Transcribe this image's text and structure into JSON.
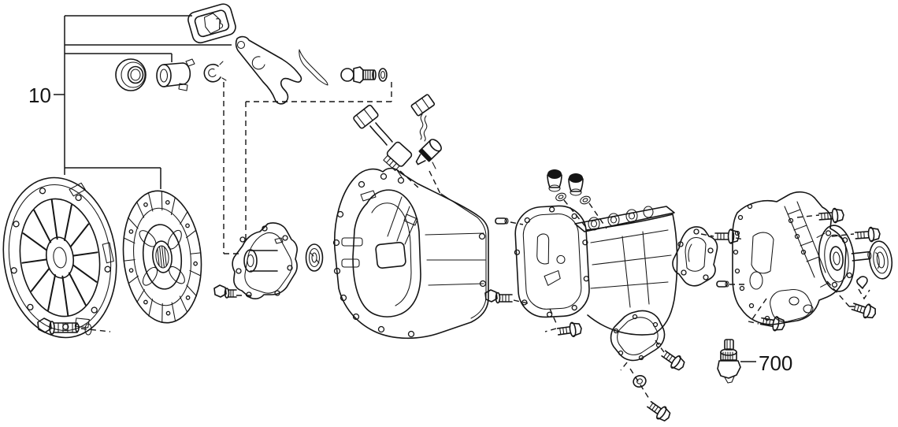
{
  "canvas": {
    "background": "#ffffff",
    "ink": "#151515"
  },
  "callouts": {
    "group_10": {
      "text": "10"
    },
    "part_700": {
      "text": "700"
    }
  },
  "parts": [
    "clutch-release-boot",
    "clutch-release-fork",
    "fork-spring-clip",
    "fork-ball-stud",
    "ball-stud-washer",
    "release-bearing",
    "release-bearing-hub",
    "snap-clip",
    "harness-connector-a",
    "sensor-switch-a",
    "harness-connector-b",
    "sensor-switch-b",
    "clutch-cover-assembly",
    "clutch-disc",
    "cover-bolt",
    "retainer-bolt",
    "front-bearing-retainer",
    "oil-seal",
    "clutch-housing",
    "dowel-pin-front",
    "housing-bolt-front",
    "transmission-case",
    "breather-plug",
    "plug-washer",
    "case-rear-cover",
    "case-bolt",
    "mount-washer",
    "mount-bolt",
    "extension-housing",
    "retainer-gasket",
    "gasket-bolt",
    "dowel-pin-rear",
    "output-flange",
    "dust-seal-ring",
    "flange-clip",
    "bolt-top-right",
    "bolt-right",
    "bolt-lower-right",
    "bolt-bottom-right",
    "speed-sensor"
  ]
}
